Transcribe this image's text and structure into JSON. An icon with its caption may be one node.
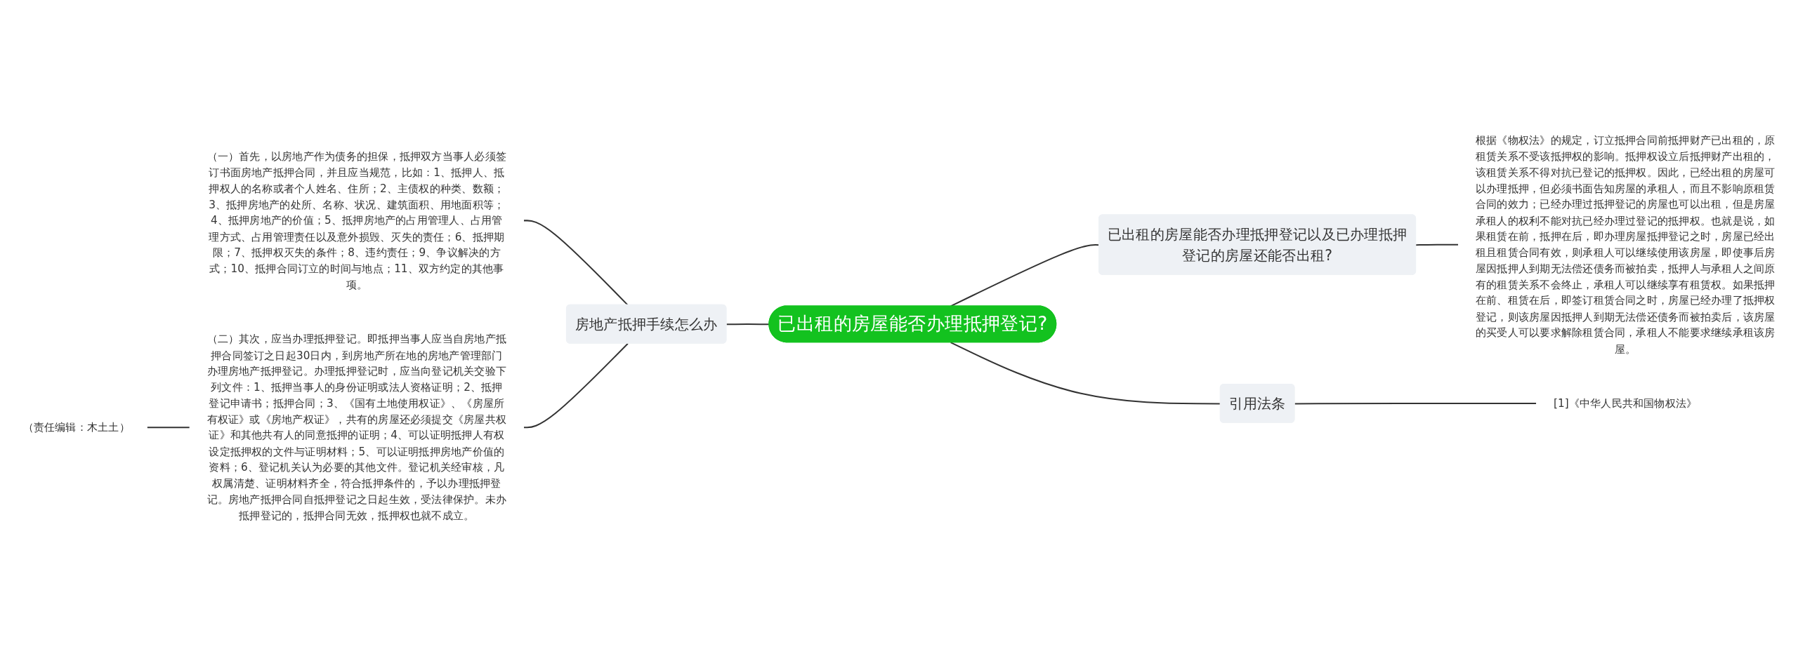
{
  "diagram": {
    "nodes": [
      {
        "text": [
          "已出租的房屋能否办理抵押登记?"
        ]
      },
      {
        "text": [
          "房地产抵押手续怎么办"
        ]
      },
      {
        "text": [
          "（一）首先，以房地产作为债务的担保，抵押双方当事人必须签订书面房地产抵押合同，并且应当规范，比如：1、抵押人、抵押权人的名称或者个人姓名、住所；2、主债权的种类、数额；3、抵押房地产的处所、名称、状况、建筑面积、用地面积等；4、抵押房地产的价值；5、抵押房地产的占用管理人、占用管理方式、占用管理责任以及意外损毁、灭失的责任；6、抵押期限；7、抵押权灭失的条件；8、违约责任；9、争议解决的方式；10、抵押合同订立的时间与地点；11、双方约定的其他事项。"
        ]
      },
      {
        "text": [
          "（二）其次，应当办理抵押登记。即抵押当事人应当自房地产抵押合同签订之日起30日内，到房地产所在地的房地产管理部门办理房地产抵押登记。办理抵押登记时，应当向登记机关交验下列文件：1、抵押当事人的身份证明或法人资格证明；2、抵押登记申请书；抵押合同；3、《国有土地使用权证》、《房屋所有权证》或《房地产权证》，共有的房屋还必须提交《房屋共权证》和其他共有人的同意抵押的证明；4、可以证明抵押人有权设定抵押权的文件与证明材料；5、可以证明抵押房地产价值的资料；6、登记机关认为必要的其他文件。登记机关经审核，凡权属清楚、证明材料齐全，符合抵押条件的，予以办理抵押登记。房地产抵押合同自抵押登记之日起生效，受法律保护。未办抵押登记的，抵押合同无效，抵押权也就不成立。"
        ]
      },
      {
        "text": [
          "（责任编辑：木土土）"
        ]
      },
      {
        "text": [
          "已出租的房屋能否办理抵押登记以及已办理抵押登记的房屋还能否出租?"
        ]
      },
      {
        "text": [
          "根据《物权法》的规定，订立抵押合同前抵押财产已出租的，原租赁关系不受该抵押权的影响。抵押权设立后抵押财产出租的，该租赁关系不得对抗已登记的抵押权。因此，已经出租的房屋可以办理抵押，但必须书面告知房屋的承租人，而且不影响原租赁合同的效力；已经办理过抵押登记的房屋也可以出租，但是房屋承租人的权利不能对抗已经办理过登记的抵押权。也就是说，如果租赁在前，抵押在后，即办理房屋抵押登记之时，房屋已经出租且租赁合同有效，则承租人可以继续使用该房屋，即使事后房屋因抵押人到期无法偿还债务而被拍卖，抵押人与承租人之间原有的租赁关系不会终止，承租人可以继续享有租赁权。如果抵押在前、租赁在后，即签订租赁合同之时，房屋已经办理了抵押权登记，则该房屋因抵押人到期无法偿还债务而被拍卖后，该房屋的买受人可以要求解除租赁合同，承租人不能要求继续承租该房屋。"
        ]
      },
      {
        "text": [
          "引用法条"
        ]
      },
      {
        "text": [
          "[1]《中华人民共和国物权法》"
        ]
      }
    ],
    "edges": [
      {
        "from": 1,
        "to": 0,
        "arrow": "none"
      },
      {
        "from": 2,
        "to": 1,
        "arrow": "none"
      },
      {
        "from": 3,
        "to": 1,
        "arrow": "none"
      },
      {
        "from": 4,
        "to": 3,
        "arrow": "none"
      },
      {
        "from": 0,
        "to": 5,
        "arrow": "none"
      },
      {
        "from": 5,
        "to": 6,
        "arrow": "none"
      },
      {
        "from": 0,
        "to": 7,
        "arrow": "none"
      },
      {
        "from": 7,
        "to": 8,
        "arrow": "none"
      }
    ]
  }
}
